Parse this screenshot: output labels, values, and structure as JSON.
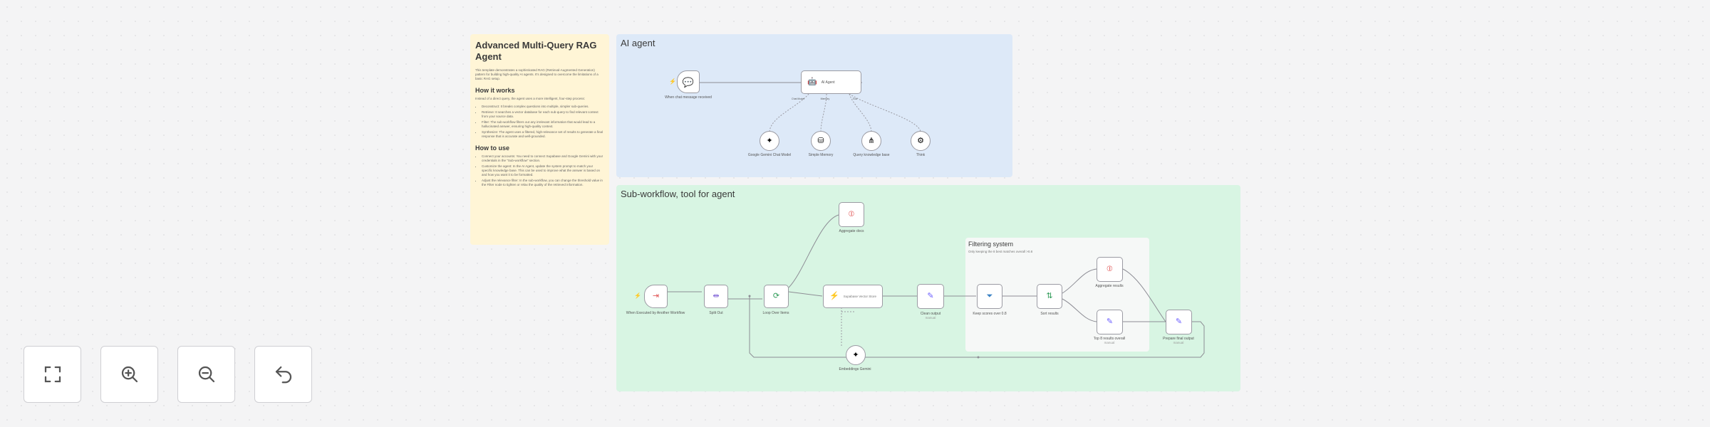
{
  "note": {
    "title": "Advanced Multi-Query RAG Agent",
    "intro": "This template demonstrates a sophisticated RAG (Retrieval-Augmented Generation) pattern for building high-quality AI agents. It's designed to overcome the limitations of a basic RAG setup.",
    "how_heading": "How it works",
    "how_intro": "Instead of a direct query, the agent uses a more intelligent, four-step process:",
    "how_items": [
      "Deconstruct: It breaks complex questions into multiple, simpler sub-queries.",
      "Retrieve: It searches a vector database for each sub-query to find relevant context from your source data.",
      "Filter: The sub-workflow filters out any irrelevant information that would lead to a hallucinated answer, ensuring high-quality context.",
      "Synthesize: The agent uses a filtered, high-relevance set of results to generate a final response that is accurate and well-grounded."
    ],
    "use_heading": "How to use",
    "use_items": [
      "Connect your accounts: You need to connect Supabase and Google Gemini with your credentials in the \"Sub-workflow\" section.",
      "Customize the agent: In the AI Agent, update the system prompt to match your specific knowledge base. This can be used to improve what the answer is based on and how you want it to be formatted.",
      "Adjust the relevance filter: In the sub-workflow, you can change the threshold value in the Filter node to tighten or relax the quality of the retrieved information."
    ]
  },
  "sections": {
    "ai_agent": "AI agent",
    "subworkflow": "Sub-workflow, tool for agent",
    "filtering_title": "Filtering system",
    "filtering_sub": "Only keeping the 8 best matches overall >0.8"
  },
  "nodes": {
    "chat_trigger": "When chat message received",
    "ai_agent": "AI Agent",
    "gemini_chat": "Google Gemini Chat Model",
    "simple_memory": "Simple Memory",
    "query_kb": "Query knowledge base",
    "think": "Think",
    "exec_trigger": "When Executed by Another Workflow",
    "split_out": "Split Out",
    "loop": "Loop Over Items",
    "aggregate_docs": "Aggregate docs",
    "supabase": "Supabase Vector Store",
    "edit_fields": "Clean output",
    "edit_fields_sub": "manual",
    "keep_scores": "Keep scores over 0.8",
    "sort": "Sort results",
    "aggregate_results": "Aggregate results",
    "top_results": "Top 8 results overall",
    "top_results_sub": "manual",
    "output": "Prepare final output",
    "output_sub": "manual",
    "embeddings": "Embeddings Gemini"
  },
  "agent_ports": [
    "Chat Model",
    "Memory",
    "Tool"
  ],
  "controls": {
    "fit": "Fit view",
    "zoom_in": "Zoom in",
    "zoom_out": "Zoom out",
    "undo": "Undo"
  },
  "colors": {
    "note_bg": "#fff5d6",
    "ai_section_bg": "#dde9f8",
    "sub_section_bg": "#d8f5e3",
    "trigger_accent": "#e05555",
    "supabase_green": "#3ecf8e",
    "edit_purple": "#6a5cff",
    "node_border": "#9b9ba3"
  }
}
